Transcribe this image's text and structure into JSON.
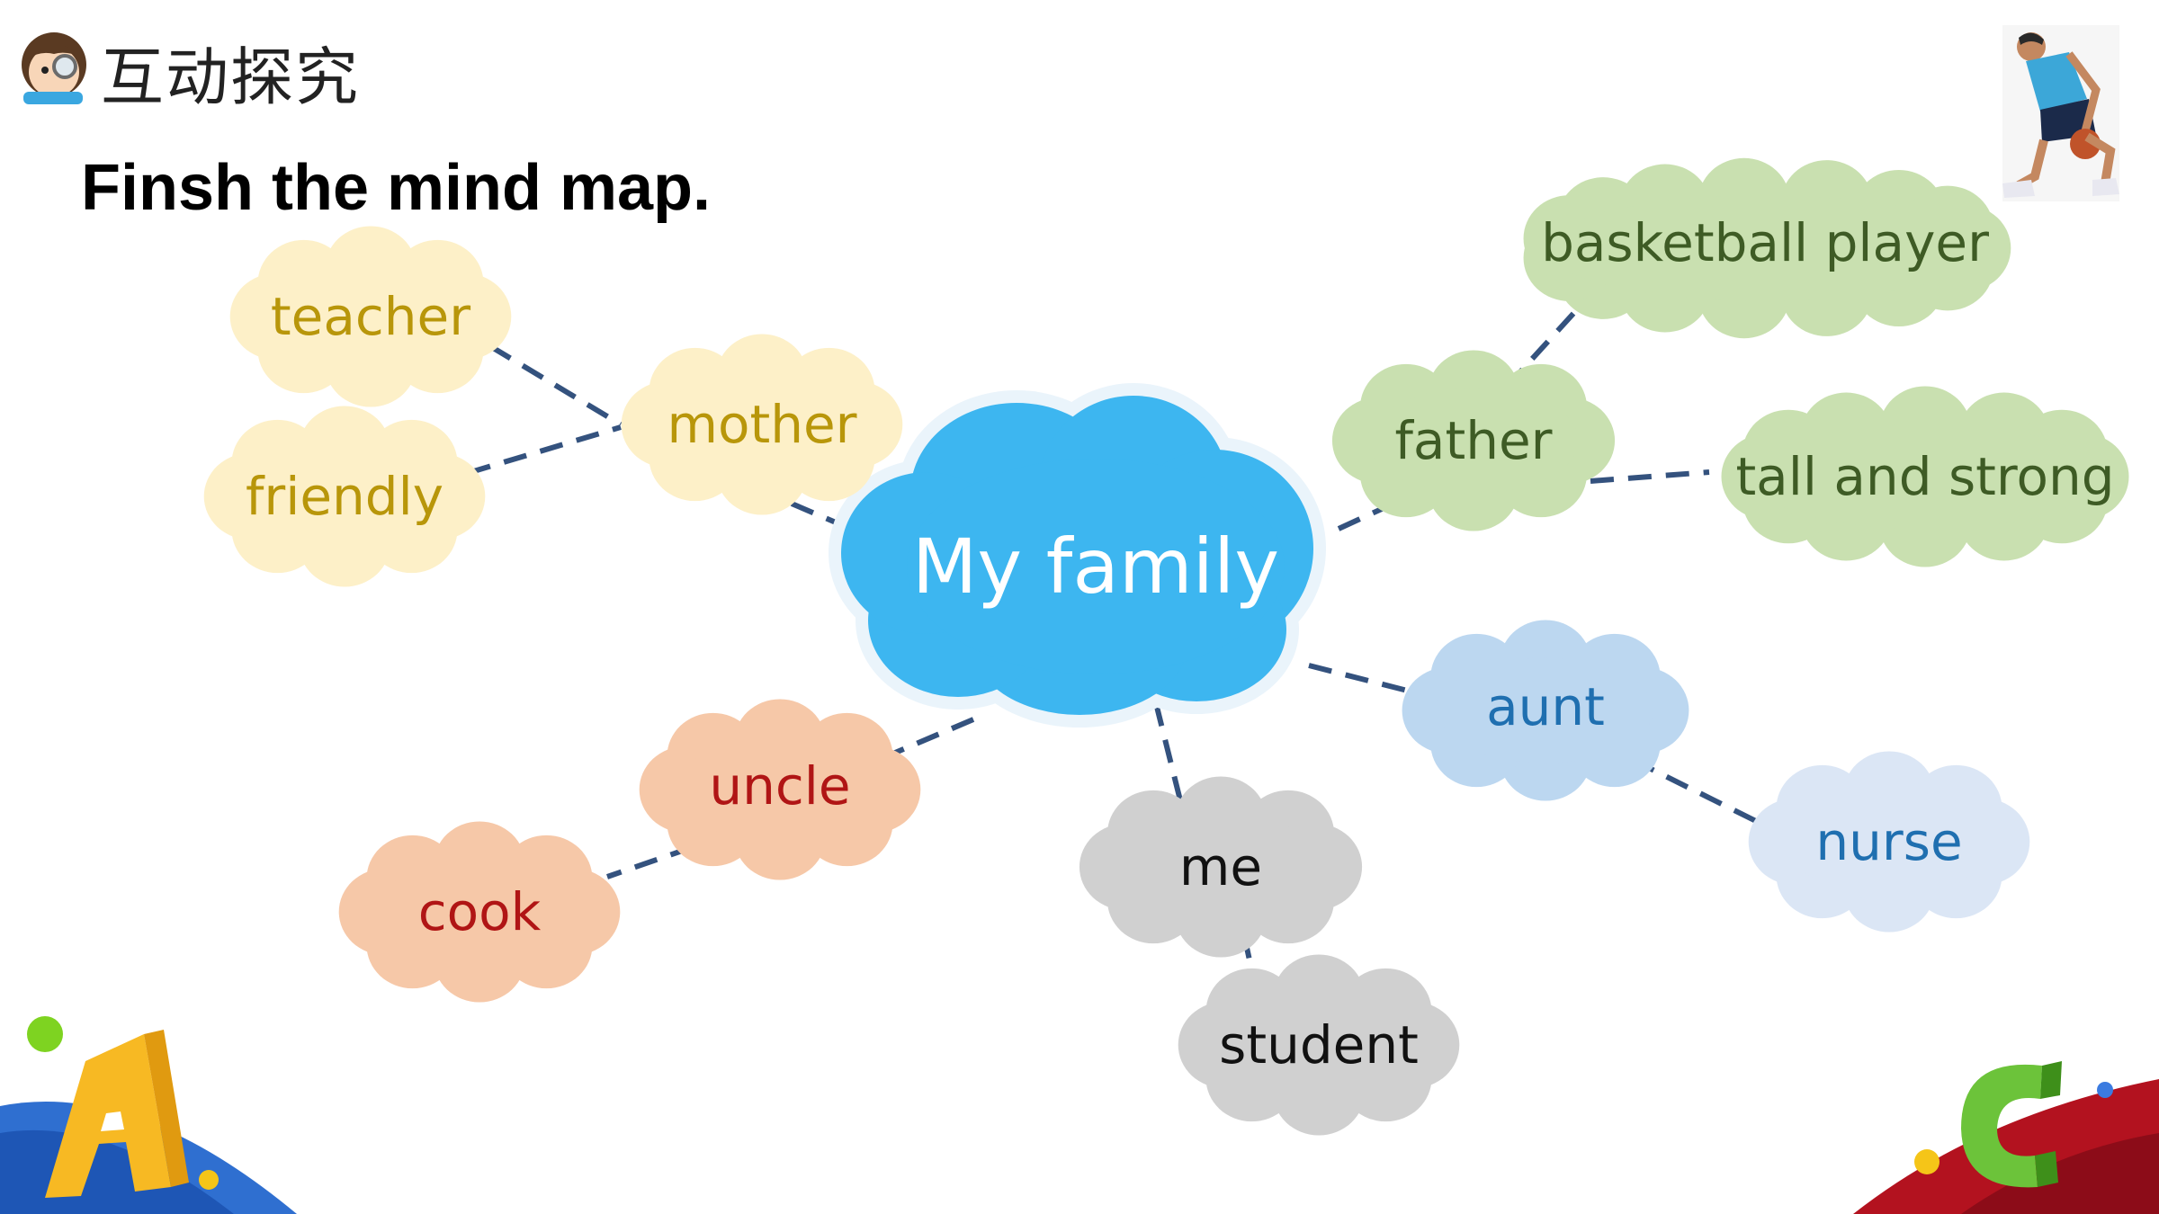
{
  "header": {
    "title": "互动探究",
    "icon": "student-magnifier-icon"
  },
  "instruction": "Finsh the mind map.",
  "mind_map": {
    "center": "My family",
    "branches": [
      {
        "label": "mother",
        "children": [
          "teacher",
          "friendly"
        ]
      },
      {
        "label": "father",
        "children": [
          "basketball player",
          "tall and strong"
        ]
      },
      {
        "label": "aunt",
        "children": [
          "nurse"
        ]
      },
      {
        "label": "me",
        "children": [
          "student"
        ]
      },
      {
        "label": "uncle",
        "children": [
          "cook"
        ]
      }
    ]
  },
  "colors": {
    "center_cloud": "#3db6f0",
    "mother_cloud": "#fdf0c8",
    "father_cloud": "#c9e0b0",
    "aunt_cloud": "#bcd7f0",
    "nurse_cloud": "#dbe6f5",
    "uncle_cloud": "#f6c8a8",
    "me_cloud": "#d0d0d0",
    "connector": "#34527e"
  },
  "decorations": [
    "basketball-player-image",
    "letter-a-icon",
    "letter-c-icon"
  ]
}
